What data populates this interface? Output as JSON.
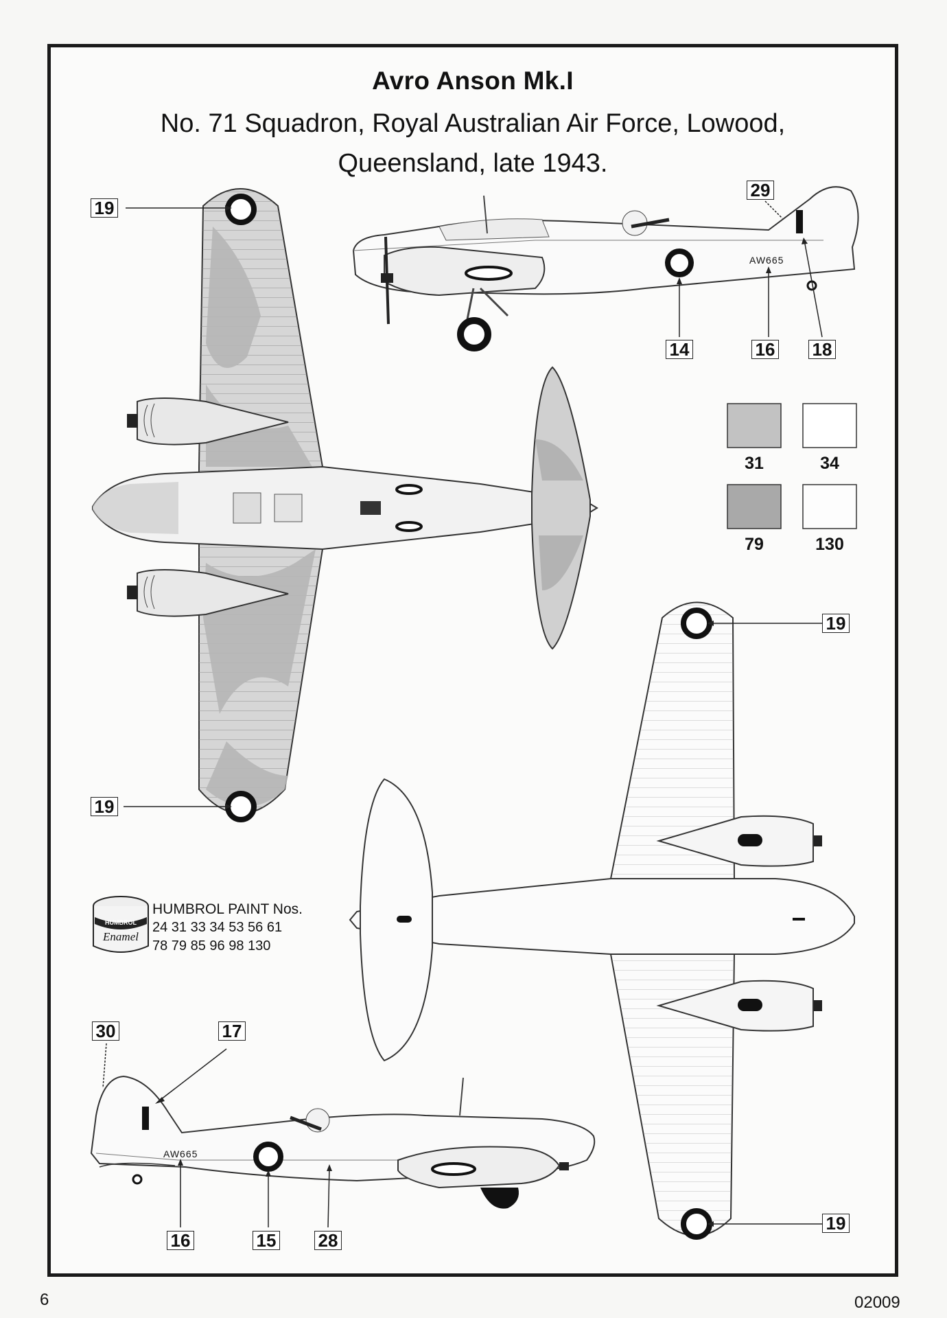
{
  "title": "Avro Anson Mk.I",
  "subtitle_line1": "No. 71 Squadron, Royal Australian Air Force, Lowood,",
  "subtitle_line2": "Queensland, late 1943.",
  "callouts": {
    "upper_wing_top": "19",
    "upper_wing_bottom": "19",
    "lower_wing_top": "19",
    "lower_wing_bottom": "19",
    "side1_fin_flash": "29",
    "side1_roundel": "14",
    "side1_serial": "16",
    "side1_tailwheel": "18",
    "side2_fin": "30",
    "side2_fin_flash": "17",
    "side2_serial": "16",
    "side2_roundel": "15",
    "side2_walkway": "28"
  },
  "serial_text": "AW665",
  "color_chips": [
    {
      "number": "31",
      "color": "#c2c2c2"
    },
    {
      "number": "34",
      "color": "#ffffff"
    },
    {
      "number": "79",
      "color": "#a9a9a9"
    },
    {
      "number": "130",
      "color": "#fdfdfd"
    }
  ],
  "paint_tin": {
    "brand": "HUMBROL",
    "label": "Enamel",
    "heading": "HUMBROL PAINT Nos.",
    "line1": "24 31 33 34 53 56 61",
    "line2": "78 79 85 96 98 130"
  },
  "page_number": "6",
  "catalog_number": "02009",
  "colors": {
    "camouflage_dark": "#b9b9b9",
    "camouflage_light": "#d4d4d4",
    "underside": "#fafafa",
    "outline": "#333333"
  }
}
